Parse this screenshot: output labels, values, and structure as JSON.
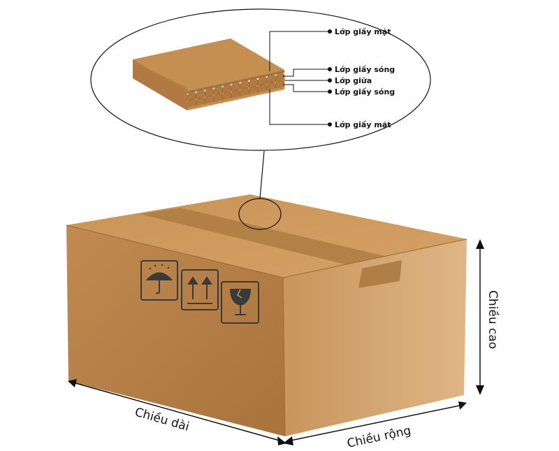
{
  "callout": {
    "layers": [
      "Lớp giấy mặt",
      "Lớp giấy sóng",
      "Lớp giữa",
      "Lớp giấy sóng",
      "Lớp giấy mặt"
    ]
  },
  "dimensions": {
    "height": "Chiều cao",
    "length": "Chiều dài",
    "width": "Chiều rộng"
  },
  "icons": [
    "umbrella-icon",
    "this-way-up-icon",
    "fragile-glass-icon"
  ],
  "colors": {
    "cardboard_top": "#c89559",
    "cardboard_front": "#b8814a",
    "cardboard_side": "#d3a46e",
    "tape": "#a8783f",
    "line": "#111111"
  }
}
